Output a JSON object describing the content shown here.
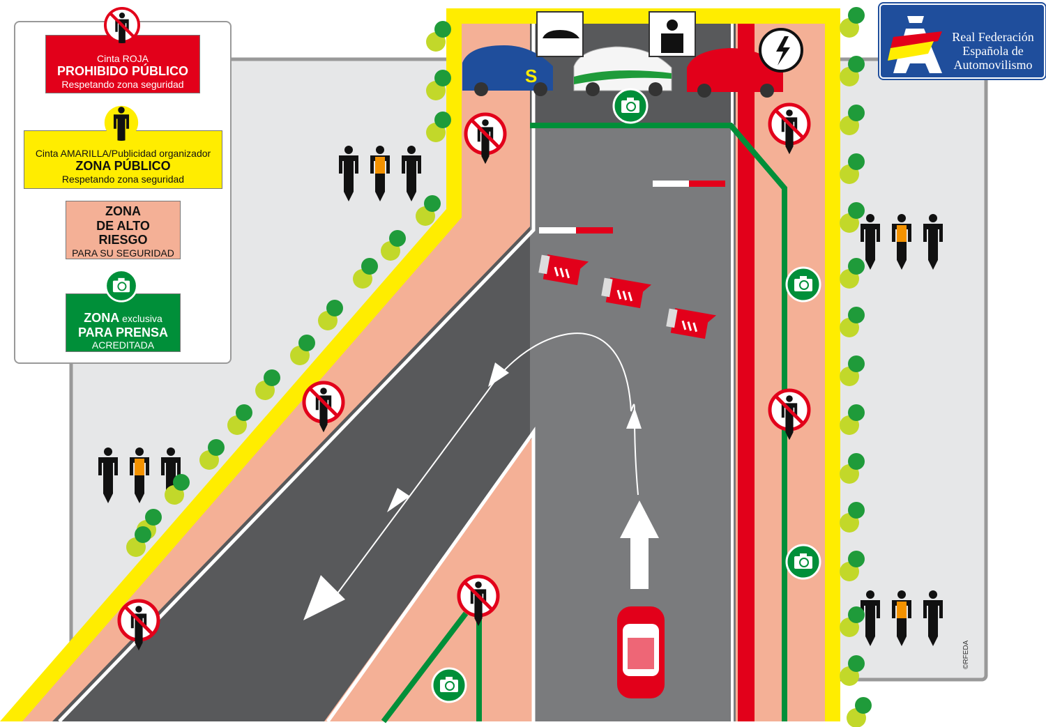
{
  "legend": {
    "red": {
      "line1": "Cinta ROJA",
      "line2": "PROHIBIDO PÚBLICO",
      "line3": "Respetando zona seguridad"
    },
    "yellow": {
      "line1": "Cinta AMARILLA/Publicidad organizador",
      "line2": "ZONA PÚBLICO",
      "line3": "Respetando zona seguridad"
    },
    "salmon": {
      "line1": "ZONA",
      "line2": "DE ALTO",
      "line3": "RIESGO",
      "line4": "PARA SU SEGURIDAD"
    },
    "green": {
      "line1a": "ZONA",
      "line1b": " exclusiva",
      "line2": "PARA PRENSA",
      "line3": "ACREDITADA"
    }
  },
  "logo": {
    "line1": "Real Federación",
    "line2": "Española de",
    "line3": "Automovilismo"
  },
  "copyright": "©RFEDA",
  "colors": {
    "red": "#e2001a",
    "yellow": "#ffed00",
    "salmon": "#f4b096",
    "green": "#008f39",
    "road": "#6d6e70",
    "logo_blue": "#1f4e9c"
  }
}
